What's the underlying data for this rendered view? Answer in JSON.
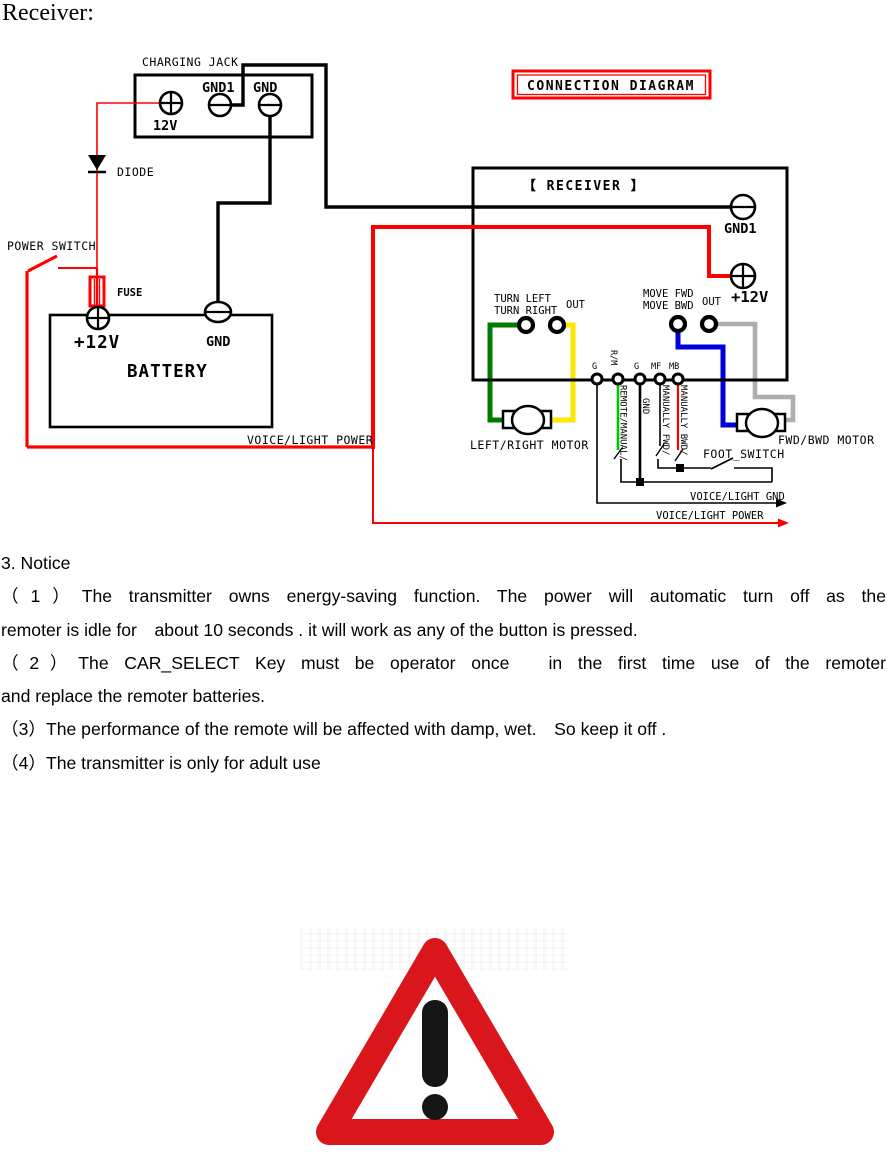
{
  "page_title": "Receiver:",
  "diagram": {
    "connection_title": "CONNECTION DIAGRAM",
    "charging_jack": {
      "title": "CHARGING JACK",
      "v12": "12V",
      "gnd1": "GND1",
      "gnd": "GND"
    },
    "diode": "DIODE",
    "power_switch": "POWER SWITCH",
    "fuse": "FUSE",
    "battery": {
      "title": "BATTERY",
      "plus12v": "+12V",
      "gnd": "GND"
    },
    "voice_light_power_left": "VOICE/LIGHT POWER",
    "receiver": {
      "title": "【  RECEIVER  】",
      "gnd1": "GND1",
      "plus12v": "+12V",
      "turn_left": "TURN LEFT",
      "turn_right": "TURN RIGHT",
      "out_turn": "OUT",
      "move_fwd": "MOVE FWD",
      "move_bwd": "MOVE BWD",
      "out_move": "OUT",
      "pins": [
        "G",
        "R/M",
        "G",
        "MF",
        "MB"
      ]
    },
    "wire_tags": {
      "remote_manual": "REMOTE/MANUAL/",
      "gnd": "GND",
      "manually_fwd": "MANUALLY FWD/",
      "manually_bwd": "MANUALLY BWD/"
    },
    "left_right_motor": "LEFT/RIGHT MOTOR",
    "fwd_bwd_motor": "FWD/BWD MOTOR",
    "foot_switch": "FOOT_SWITCH",
    "voice_light_gnd_arrow": "VOICE/LIGHT GND",
    "voice_light_power_arrow": "VOICE/LIGHT POWER",
    "colors": {
      "red": "#ff0000",
      "black": "#000000",
      "green_dark": "#007a00",
      "green_bright": "#00c400",
      "yellow": "#ffe800",
      "blue": "#0000d8",
      "gray": "#aeaeae"
    }
  },
  "notice": {
    "heading": "3. Notice",
    "line1": "（1）The transmitter owns energy-saving function. The power will automatic turn off as the",
    "line2": "remoter is idle for　about 10 seconds . it will work as any of the button is pressed.",
    "line3": "（2）The CAR_SELECT Key must be operator once　in the first time use of the remoter",
    "line4": "and replace the remoter batteries.",
    "line5": "（3）The performance of the remote will be affected with damp, wet.　So keep it off .",
    "line6": "（4）The transmitter is only for adult use"
  },
  "warning": {
    "color": "#da161d",
    "exclaim_color": "#161616"
  }
}
